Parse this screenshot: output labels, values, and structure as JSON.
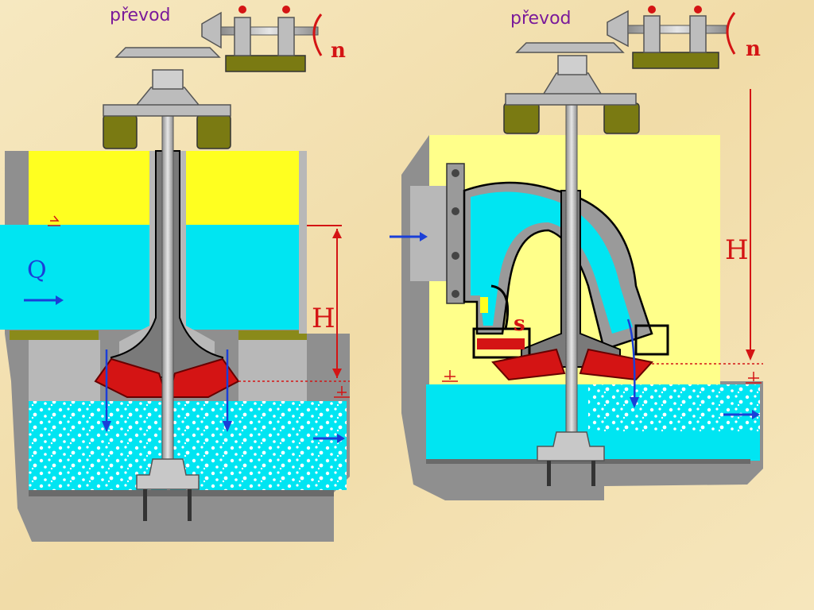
{
  "left_turbine": {
    "gear_label": "převod",
    "speed_label": "n",
    "head_label": "H",
    "flow_label": "Q"
  },
  "right_turbine": {
    "gear_label": "převod",
    "speed_label": "n",
    "head_label": "H",
    "draft_label": "s"
  },
  "colors": {
    "background": "#f3e2b4",
    "upper_water": "#00e5f2",
    "air_space": "#ffff20",
    "chamber_wall": "#b8b8b8",
    "wall_shadow": "#8a8a8a",
    "runner": "#d41414",
    "support_block": "#7a7a12",
    "flow_arrow": "#1a3fd8",
    "dimension": "#d41414"
  }
}
